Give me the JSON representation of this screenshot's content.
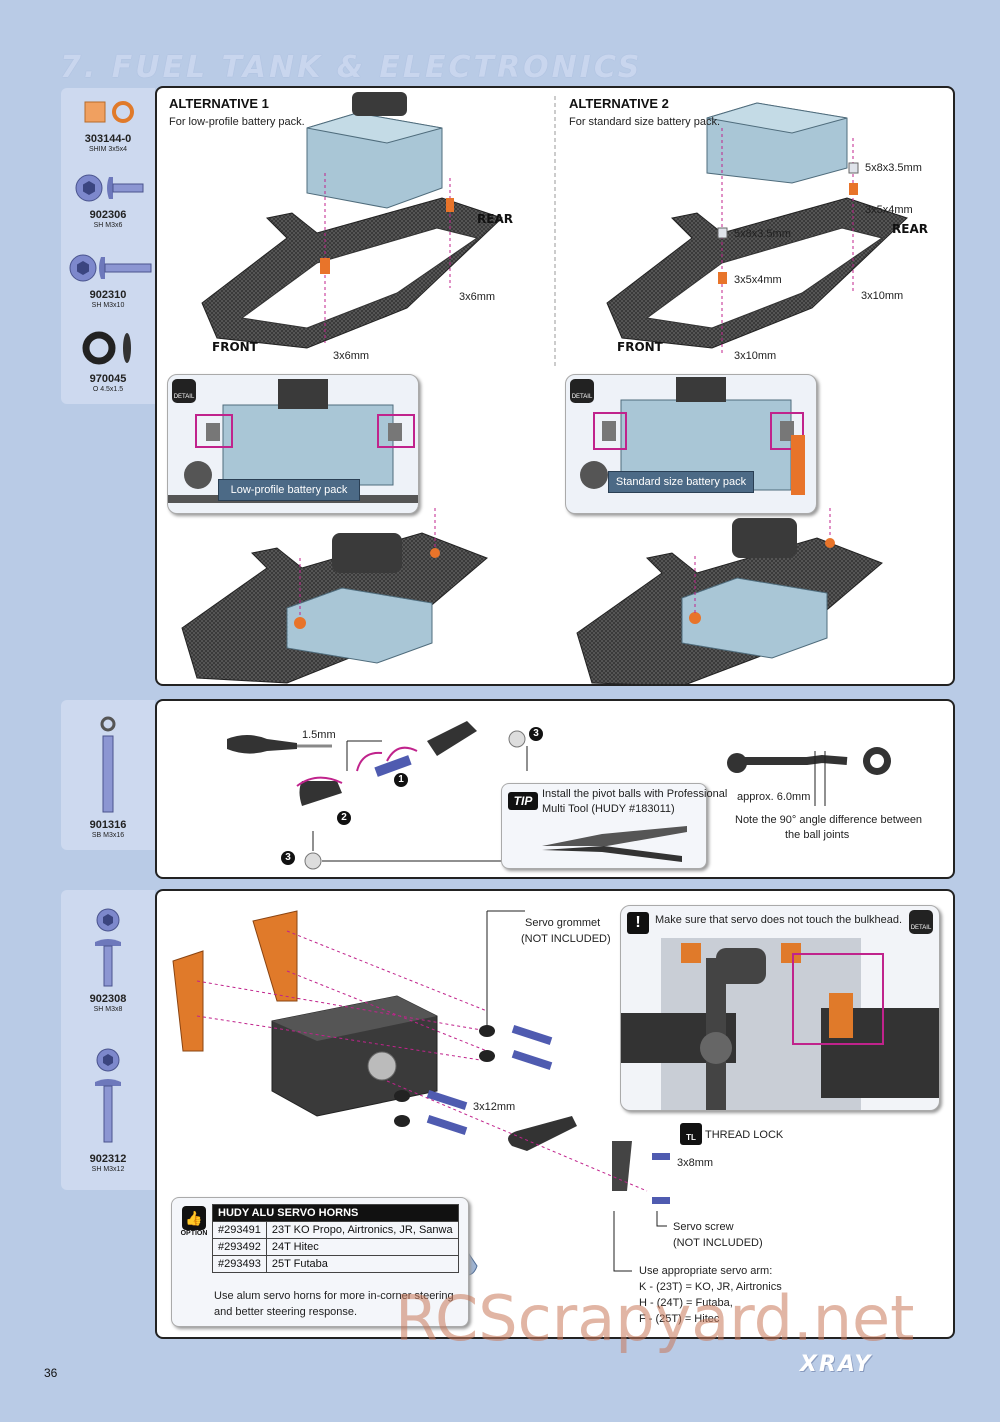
{
  "page": {
    "title": "7. FUEL TANK & ELECTRONICS",
    "number": "36",
    "brand": "XRAY",
    "watermark": "RCScrapyard.net"
  },
  "parts": [
    {
      "code": "303144-0",
      "desc": "SHIM 3x5x4"
    },
    {
      "code": "902306",
      "desc": "SH M3x6"
    },
    {
      "code": "902310",
      "desc": "SH M3x10"
    },
    {
      "code": "970045",
      "desc": "O 4.5x1.5"
    },
    {
      "code": "901316",
      "desc": "SB M3x16"
    },
    {
      "code": "902308",
      "desc": "SH M3x8"
    },
    {
      "code": "902312",
      "desc": "SH M3x12"
    }
  ],
  "alt1": {
    "title": "ALTERNATIVE 1",
    "subtitle": "For low-profile battery pack.",
    "rear": "REAR",
    "front": "FRONT",
    "screw_rear": "3x6mm",
    "screw_front": "3x6mm",
    "detail_label": "Low-profile battery pack"
  },
  "alt2": {
    "title": "ALTERNATIVE 2",
    "subtitle": "For standard size battery pack.",
    "rear": "REAR",
    "front": "FRONT",
    "shim_a": "5x8x3.5mm",
    "shim_b": "3x5x4mm",
    "shim_c": "5x8x3.5mm",
    "shim_d": "3x5x4mm",
    "screw_rear": "3x10mm",
    "screw_front": "3x10mm",
    "detail_label": "Standard size battery pack"
  },
  "detail_badge": "DETAIL",
  "step2": {
    "tool_size": "1.5mm",
    "step1": "1",
    "step2": "2",
    "step3": "3",
    "tip_badge": "TIP",
    "tip_text_1": "Install the pivot balls with Professional",
    "tip_text_2": "Multi Tool (HUDY #183011)",
    "approx": "approx. 6.0mm",
    "note_1": "Note the 90° angle difference between",
    "note_2": "the ball joints"
  },
  "step3": {
    "grommet_1": "Servo grommet",
    "grommet_2": "(NOT INCLUDED)",
    "warning": "Make sure that servo does not touch the bulkhead.",
    "screw_12": "3x12mm",
    "thread_lock": "THREAD LOCK",
    "tl_badge": "TL",
    "screw_8": "3x8mm",
    "servo_screw_1": "Servo screw",
    "servo_screw_2": "(NOT INCLUDED)",
    "arm_1": "Use appropriate servo arm:",
    "arm_2": "K - (23T) = KO, JR, Airtronics",
    "arm_3": "H - (24T) = Futaba,",
    "arm_4": "F - (25T) = Hitec"
  },
  "option": {
    "badge": "OPTION",
    "header": "HUDY ALU SERVO HORNS",
    "rows": [
      {
        "code": "#293491",
        "desc": "23T KO Propo, Airtronics, JR, Sanwa"
      },
      {
        "code": "#293492",
        "desc": "24T Hitec"
      },
      {
        "code": "#293493",
        "desc": "25T Futaba"
      }
    ],
    "note_1": "Use alum servo horns for more in-corner steering",
    "note_2": "and better steering response."
  }
}
